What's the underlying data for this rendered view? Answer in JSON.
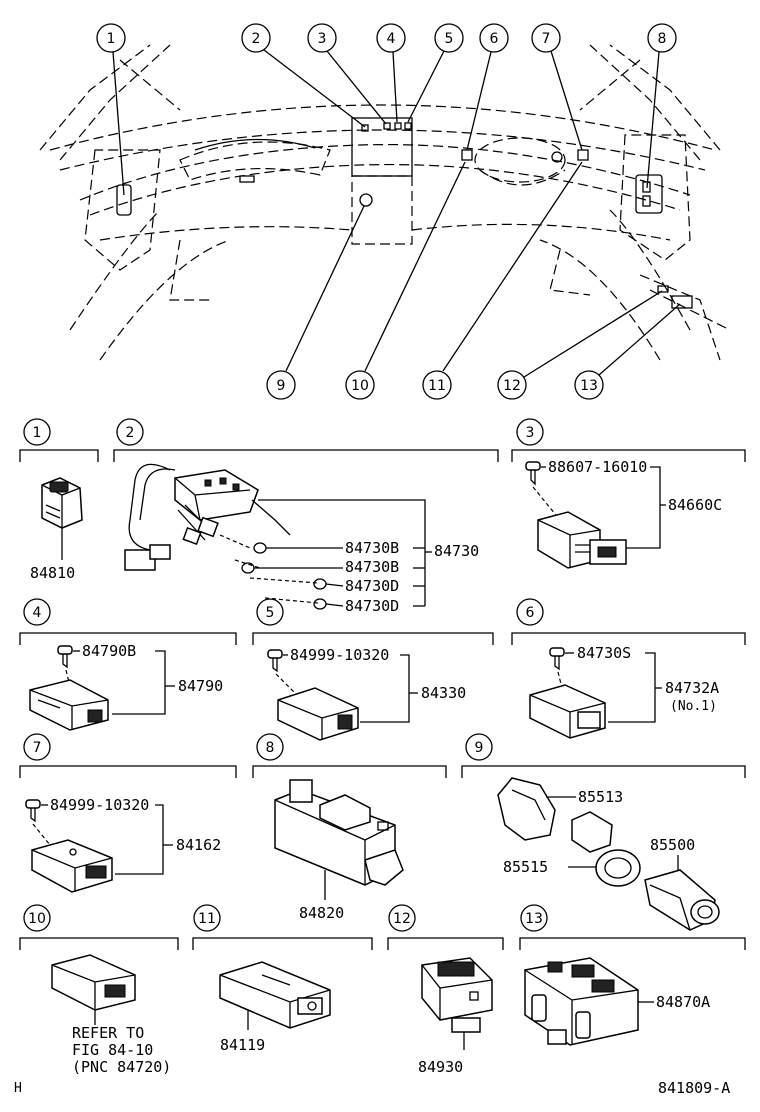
{
  "callouts": {
    "top": [
      "1",
      "2",
      "3",
      "4",
      "5",
      "6",
      "7",
      "8"
    ],
    "bottom": [
      "9",
      "10",
      "11",
      "12",
      "13"
    ]
  },
  "panels": {
    "p1": {
      "id": "1",
      "part": "84810"
    },
    "p2": {
      "id": "2",
      "parts": [
        "84730B",
        "84730B",
        "84730D",
        "84730D"
      ],
      "assembly": "84730"
    },
    "p3": {
      "id": "3",
      "screw": "88607-16010",
      "part": "84660C"
    },
    "p4": {
      "id": "4",
      "screw": "84790B",
      "part": "84790"
    },
    "p5": {
      "id": "5",
      "screw": "84999-10320",
      "part": "84330"
    },
    "p6": {
      "id": "6",
      "screw": "84730S",
      "part": "84732A",
      "note": "(No.1)"
    },
    "p7": {
      "id": "7",
      "screw": "84999-10320",
      "part": "84162"
    },
    "p8": {
      "id": "8",
      "part": "84820"
    },
    "p9": {
      "id": "9",
      "parts": [
        "85513",
        "85515",
        "85500"
      ]
    },
    "p10": {
      "id": "10",
      "ref_lines": [
        "REFER TO",
        "FIG 84-10",
        "(PNC 84720)"
      ]
    },
    "p11": {
      "id": "11",
      "part": "84119"
    },
    "p12": {
      "id": "12",
      "part": "84930"
    },
    "p13": {
      "id": "13",
      "part": "84870A"
    }
  },
  "footer": {
    "left": "H",
    "right": "841809-A"
  }
}
